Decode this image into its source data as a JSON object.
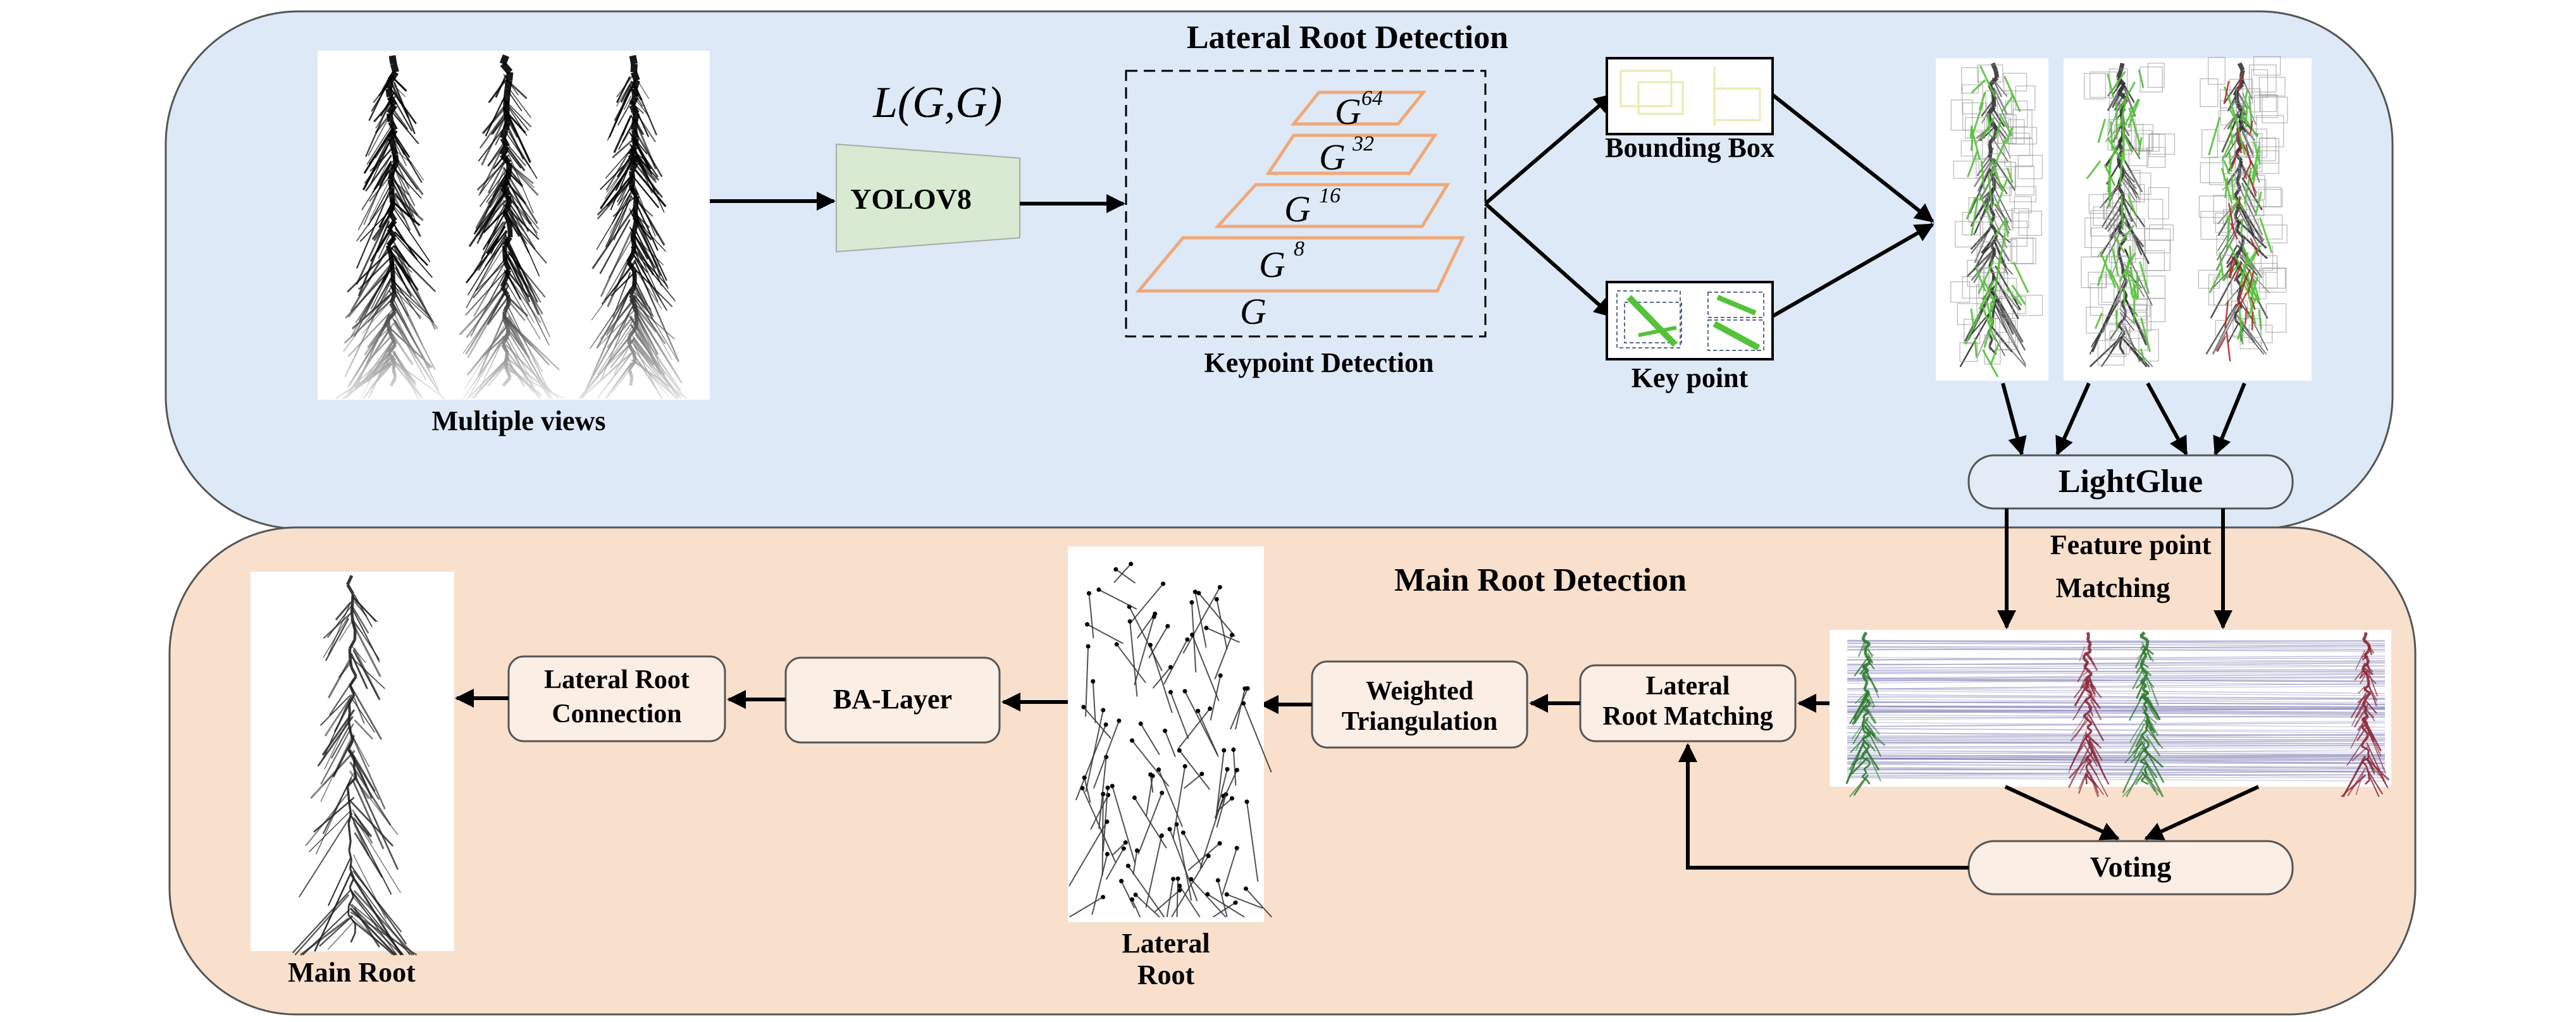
{
  "top_panel": {
    "title": "Lateral Root Detection",
    "multiple_views_label": "Multiple views",
    "loss_label": "L(G,G)",
    "yolo_label": "YOLOV8",
    "pyramid": {
      "level_64": "G",
      "sup_64": "64",
      "level_32": "G",
      "sup_32": "32",
      "level_16": "G",
      "sup_16": "16",
      "level_8": "G",
      "sup_8": "8",
      "level_base": "G"
    },
    "keypoint_detection_label": "Keypoint Detection",
    "bounding_box_label": "Bounding Box",
    "key_point_label": "Key point",
    "lightglue_label": "LightGlue"
  },
  "bottom_panel": {
    "title": "Main Root  Detection",
    "feature_point_label_1": "Feature point",
    "feature_point_label_2": "Matching",
    "voting_label": "Voting",
    "lateral_root_matching_1": "Lateral",
    "lateral_root_matching_2": "Root Matching",
    "weighted_triangulation_1": "Weighted",
    "weighted_triangulation_2": "Triangulation",
    "lateral_root_label_1": "Lateral",
    "lateral_root_label_2": "Root",
    "ba_layer_label": "BA-Layer",
    "lateral_root_connection_1": "Lateral Root",
    "lateral_root_connection_2": "Connection",
    "main_root_label": "Main Root"
  },
  "colors": {
    "top_panel_fill": "#dde9f6",
    "bottom_panel_fill": "#f8e0cc",
    "yolo_fill": "#d9ead3",
    "pyramid_stroke": "#f0a878",
    "green_marks": "#55c23a",
    "red_marks": "#b22a2a"
  }
}
